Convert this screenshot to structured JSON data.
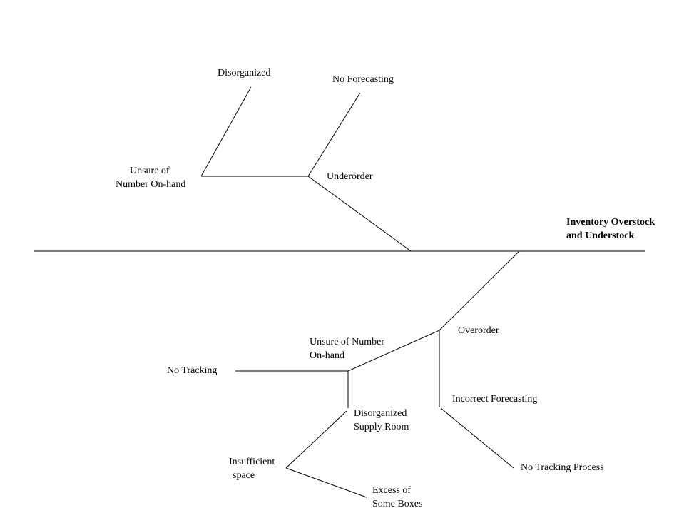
{
  "problem": {
    "line1": "Inventory Overstock",
    "line2": "and Understock"
  },
  "causes": {
    "underorder": "Underorder",
    "overorder": "Overorder",
    "disorganized": "Disorganized",
    "no_forecasting": "No Forecasting",
    "unsure_top_line1": "Unsure of",
    "unsure_top_line2": "Number On-hand",
    "unsure_bottom_line1": "Unsure of Number",
    "unsure_bottom_line2": "On-hand",
    "no_tracking": "No Tracking",
    "incorrect_forecasting": "Incorrect Forecasting",
    "no_tracking_process": "No Tracking Process",
    "disorganized_supply_line1": "Disorganized",
    "disorganized_supply_line2": "Supply Room",
    "insufficient_line1": "Insufficient",
    "insufficient_line2": "space",
    "excess_line1": "Excess of",
    "excess_line2": "Some Boxes"
  },
  "colors": {
    "line": "#000000",
    "text": "#000000",
    "background": "#ffffff"
  }
}
